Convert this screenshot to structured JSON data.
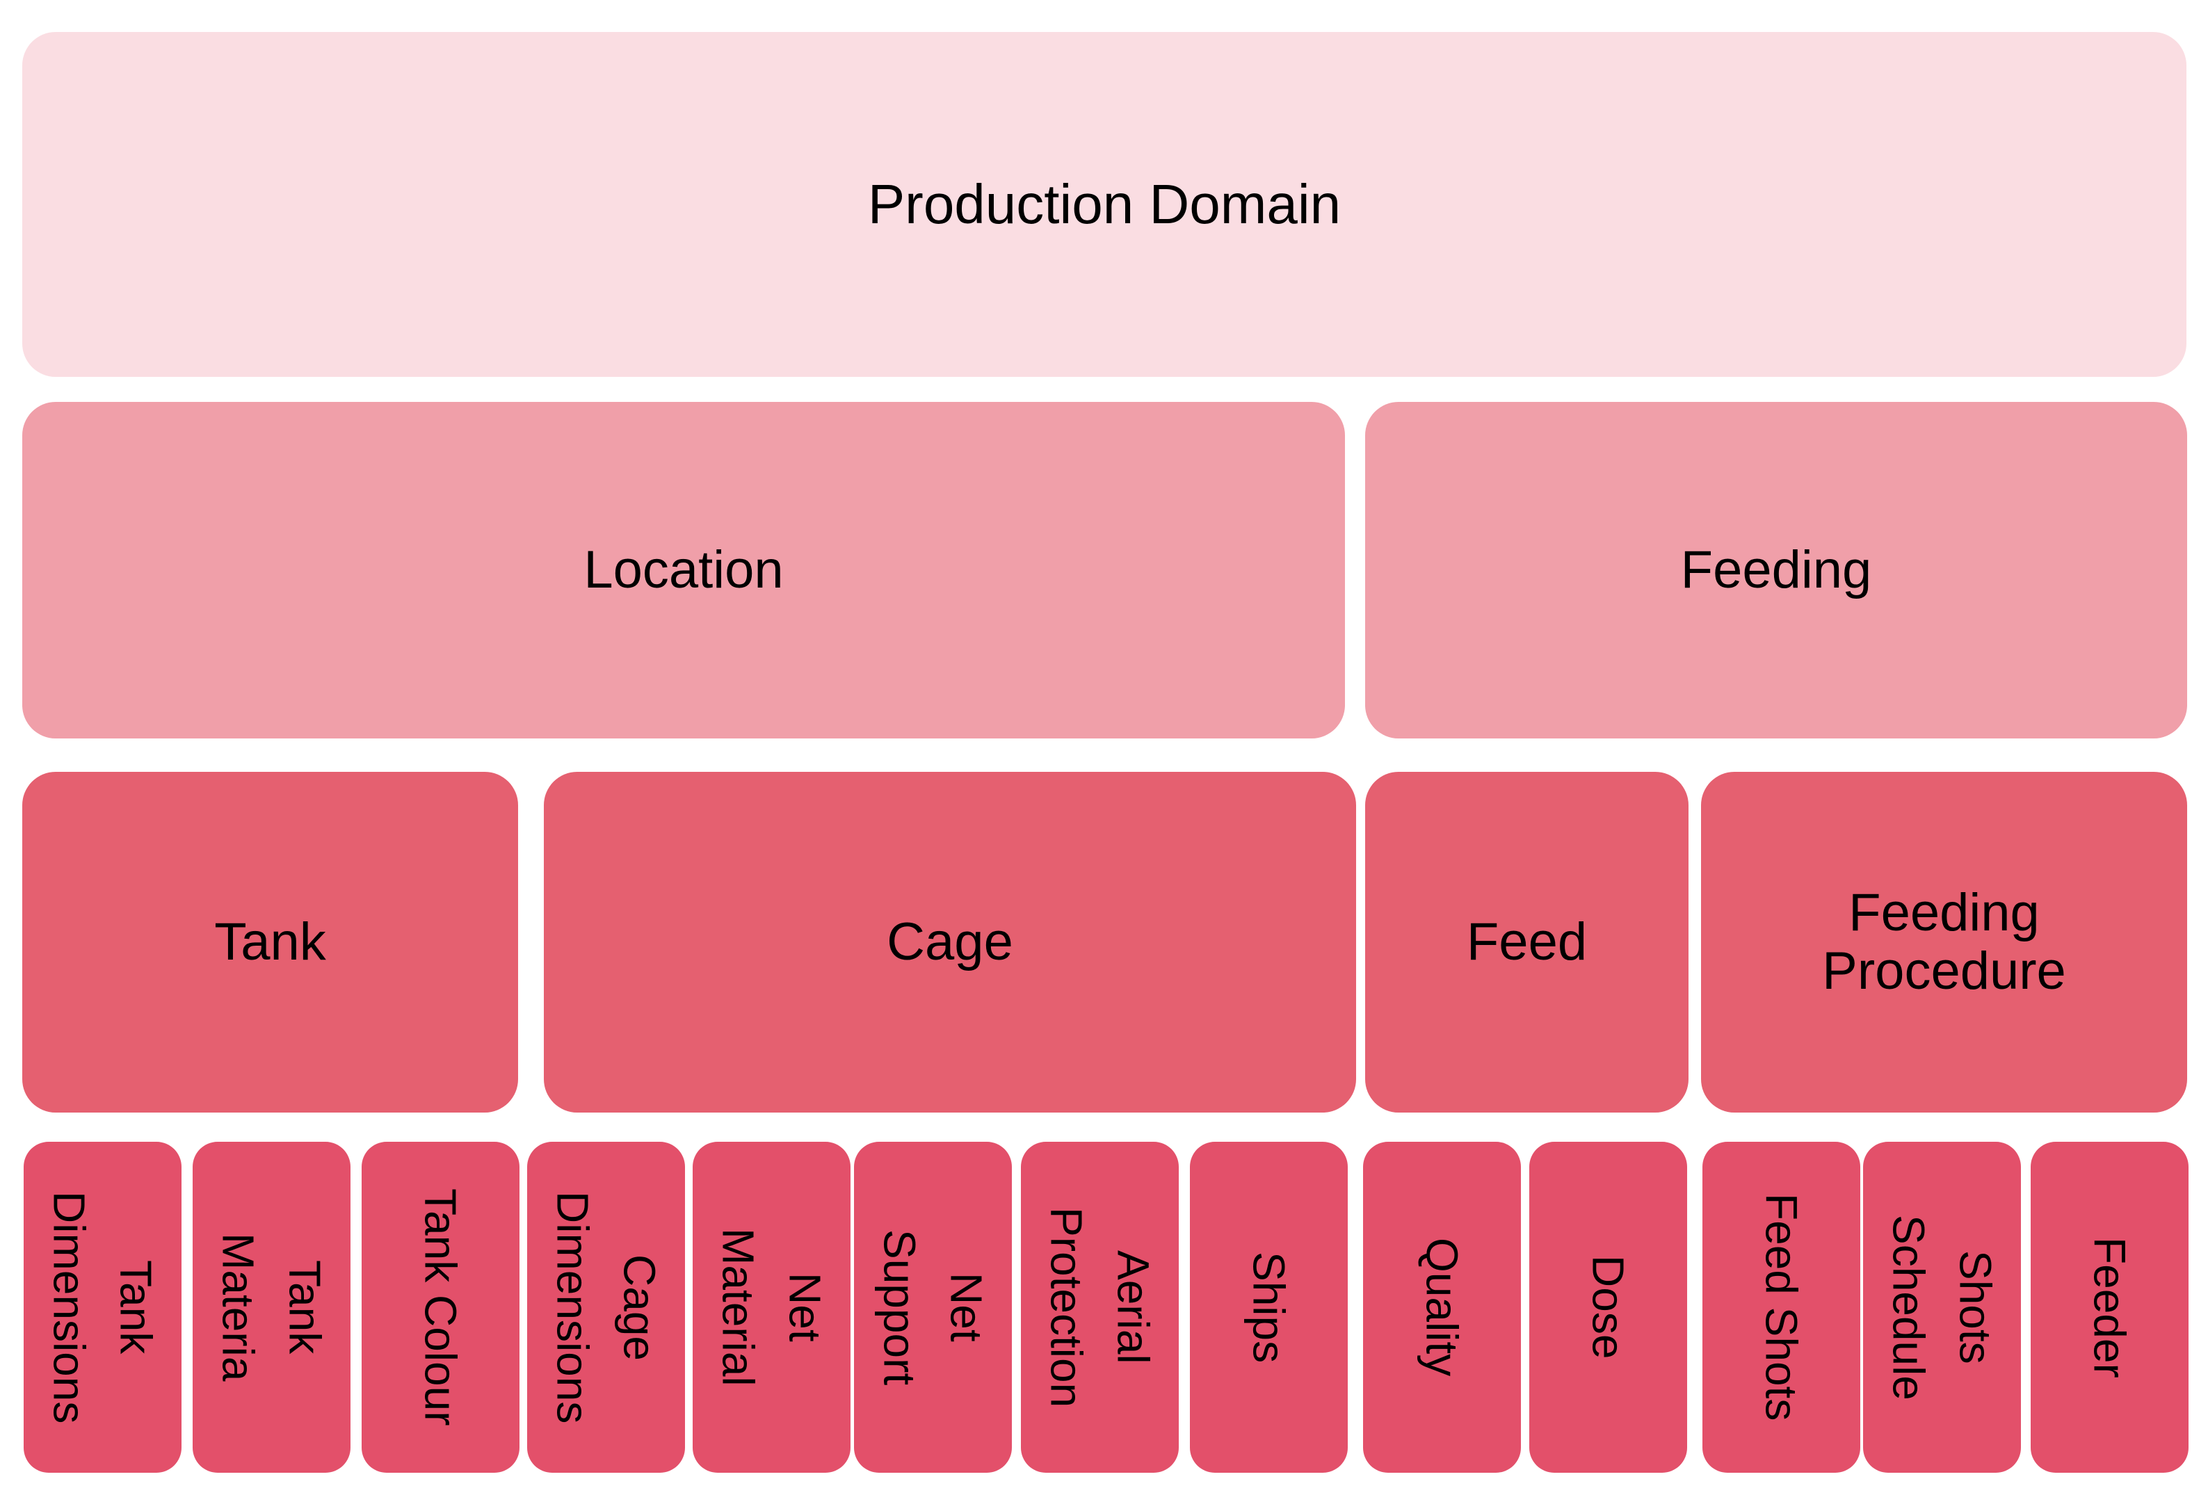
{
  "colors": {
    "level1": "#fadde2",
    "level2": "#f09fa9",
    "level3": "#e56070",
    "level4": "#e3506a",
    "text": "#000000",
    "background": "#ffffff"
  },
  "diagram": {
    "root": {
      "label": "Production Domain"
    },
    "level2": [
      {
        "label": "Location"
      },
      {
        "label": "Feeding"
      }
    ],
    "level3": [
      {
        "label": "Tank"
      },
      {
        "label": "Cage"
      },
      {
        "label": "Feed"
      },
      {
        "label": "Feeding\nProcedure"
      }
    ],
    "level4": [
      {
        "label": "Tank\nDimensions"
      },
      {
        "label": "Tank\nMateria"
      },
      {
        "label": "Tank Colour"
      },
      {
        "label": "Cage\nDimensions"
      },
      {
        "label": "Net\nMaterial"
      },
      {
        "label": "Net\nSupport"
      },
      {
        "label": "Aerial\nProtection"
      },
      {
        "label": "Ships"
      },
      {
        "label": "Quality"
      },
      {
        "label": "Dose"
      },
      {
        "label": "Feed Shots"
      },
      {
        "label": "Shots\nSchedule"
      },
      {
        "label": "Feeder"
      }
    ]
  }
}
